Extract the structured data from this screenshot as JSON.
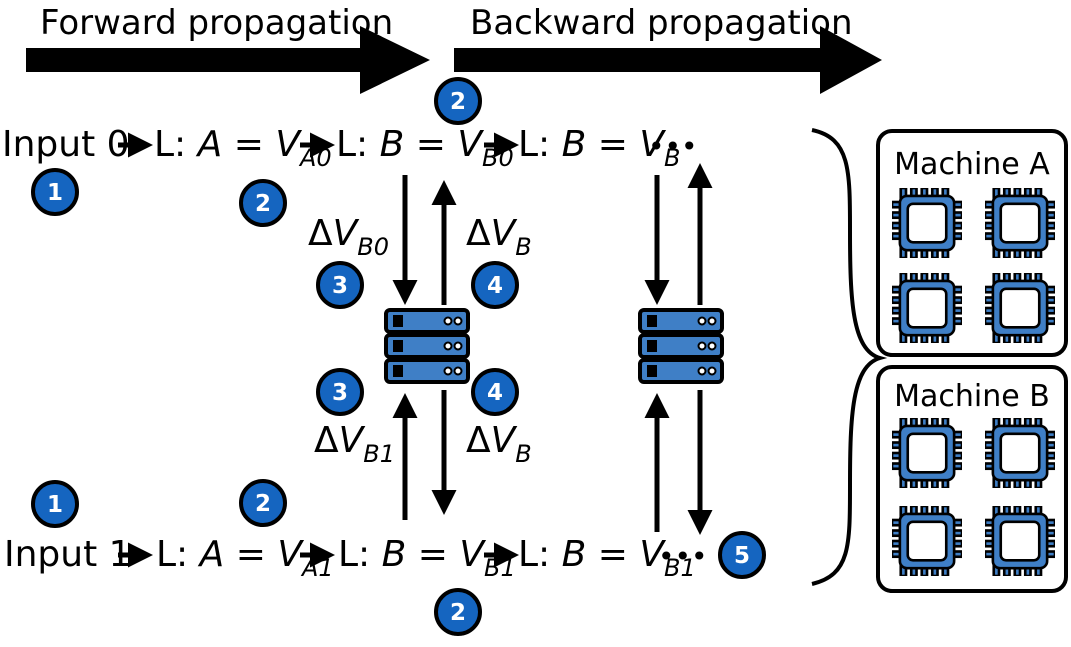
{
  "header": {
    "forward_label": "Forward propagation",
    "backward_label": "Backward propagation"
  },
  "row0": {
    "input": "Input 0",
    "layer_a": {
      "prefix": "L: ",
      "var": "A",
      "eq": " = ",
      "val": "V",
      "sub": "A0"
    },
    "layer_b1": {
      "prefix": "L: ",
      "var": "B",
      "eq": " = ",
      "val": "V",
      "sub": "B0"
    },
    "layer_b2": {
      "prefix": "L: ",
      "var": "B",
      "eq": " = ",
      "val": "V",
      "sub": "B"
    },
    "ellipsis": "•••"
  },
  "row1": {
    "input": "Input 1",
    "layer_a": {
      "prefix": "L: ",
      "var": "A",
      "eq": " = ",
      "val": "V",
      "sub": "A1"
    },
    "layer_b1": {
      "prefix": "L: ",
      "var": "B",
      "eq": " = ",
      "val": "V",
      "sub": "B1"
    },
    "layer_b2": {
      "prefix": "L: ",
      "var": "B",
      "eq": " = ",
      "val": "V",
      "sub": "B1"
    },
    "ellipsis": "•••"
  },
  "gradients": {
    "delta_top_left": {
      "delta": "Δ",
      "val": "V",
      "sub": "B0"
    },
    "delta_top_right": {
      "delta": "Δ",
      "val": "V",
      "sub": "B"
    },
    "delta_bottom_left": {
      "delta": "Δ",
      "val": "V",
      "sub": "B1"
    },
    "delta_bottom_right": {
      "delta": "Δ",
      "val": "V",
      "sub": "B"
    }
  },
  "badges": {
    "b1_top": "1",
    "b1_bottom": "1",
    "b2_top_a": "2",
    "b2_top_b": "2",
    "b2_bottom_a": "2",
    "b2_bottom_b": "2",
    "b3_top": "3",
    "b3_bottom": "3",
    "b4_top": "4",
    "b4_bottom": "4",
    "b5": "5"
  },
  "machines": {
    "a": "Machine A",
    "b": "Machine B"
  },
  "colors": {
    "badge_fill": "#1565c0",
    "server_fill": "#3f7fc6",
    "chip_fill": "#3f7fc6",
    "arrow": "#000000"
  }
}
